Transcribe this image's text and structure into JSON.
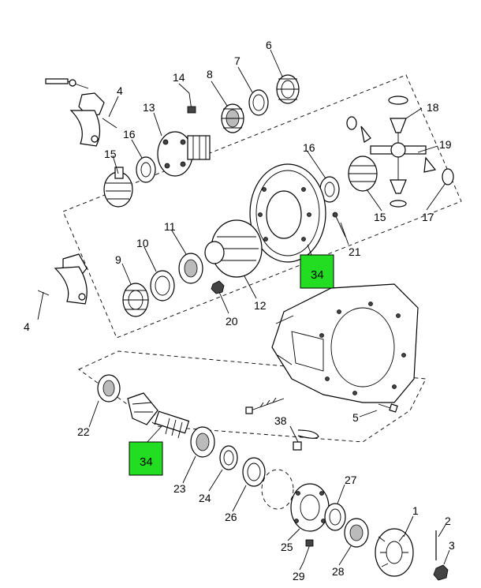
{
  "labels": {
    "l1": "1",
    "l2": "2",
    "l3": "3",
    "l4a": "4",
    "l4b": "4",
    "l5": "5",
    "l6": "6",
    "l7": "7",
    "l8": "8",
    "l9": "9",
    "l10": "10",
    "l11": "11",
    "l12": "12",
    "l13": "13",
    "l14": "14",
    "l15a": "15",
    "l15b": "15",
    "l16a": "16",
    "l16b": "16",
    "l17": "17",
    "l18": "18",
    "l19": "19",
    "l20": "20",
    "l21": "21",
    "l22": "22",
    "l23": "23",
    "l24": "24",
    "l25": "25",
    "l26": "26",
    "l27": "27",
    "l28": "28",
    "l29": "29",
    "l38": "38"
  },
  "callouts": {
    "c1": "34",
    "c2": "34"
  },
  "colors": {
    "callout": "#22dd22",
    "line": "#000000",
    "background": "#ffffff"
  }
}
